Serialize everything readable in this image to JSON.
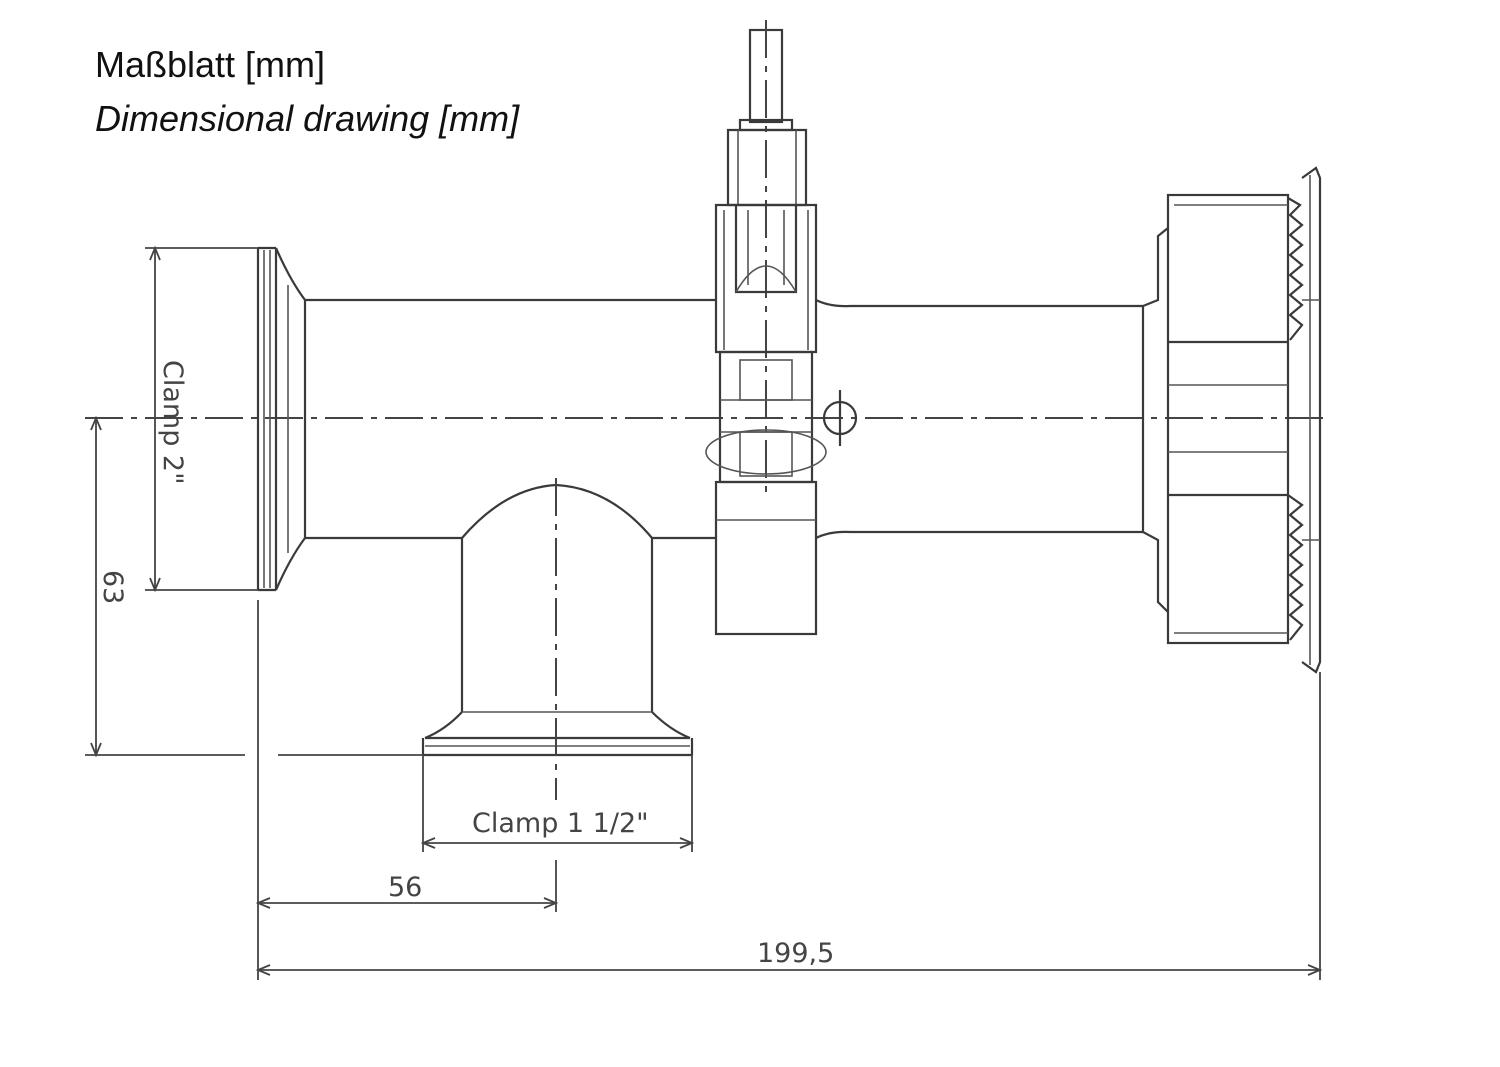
{
  "title": {
    "de": "Maßblatt [mm]",
    "en": "Dimensional drawing [mm]"
  },
  "dimensions": {
    "clamp_main": "Clamp 2\"",
    "height": "63",
    "clamp_branch": "Clamp 1 1/2\"",
    "branch_offset": "56",
    "total_length": "199,5"
  },
  "colors": {
    "line": "#3a3a3a",
    "background": "#ffffff"
  }
}
